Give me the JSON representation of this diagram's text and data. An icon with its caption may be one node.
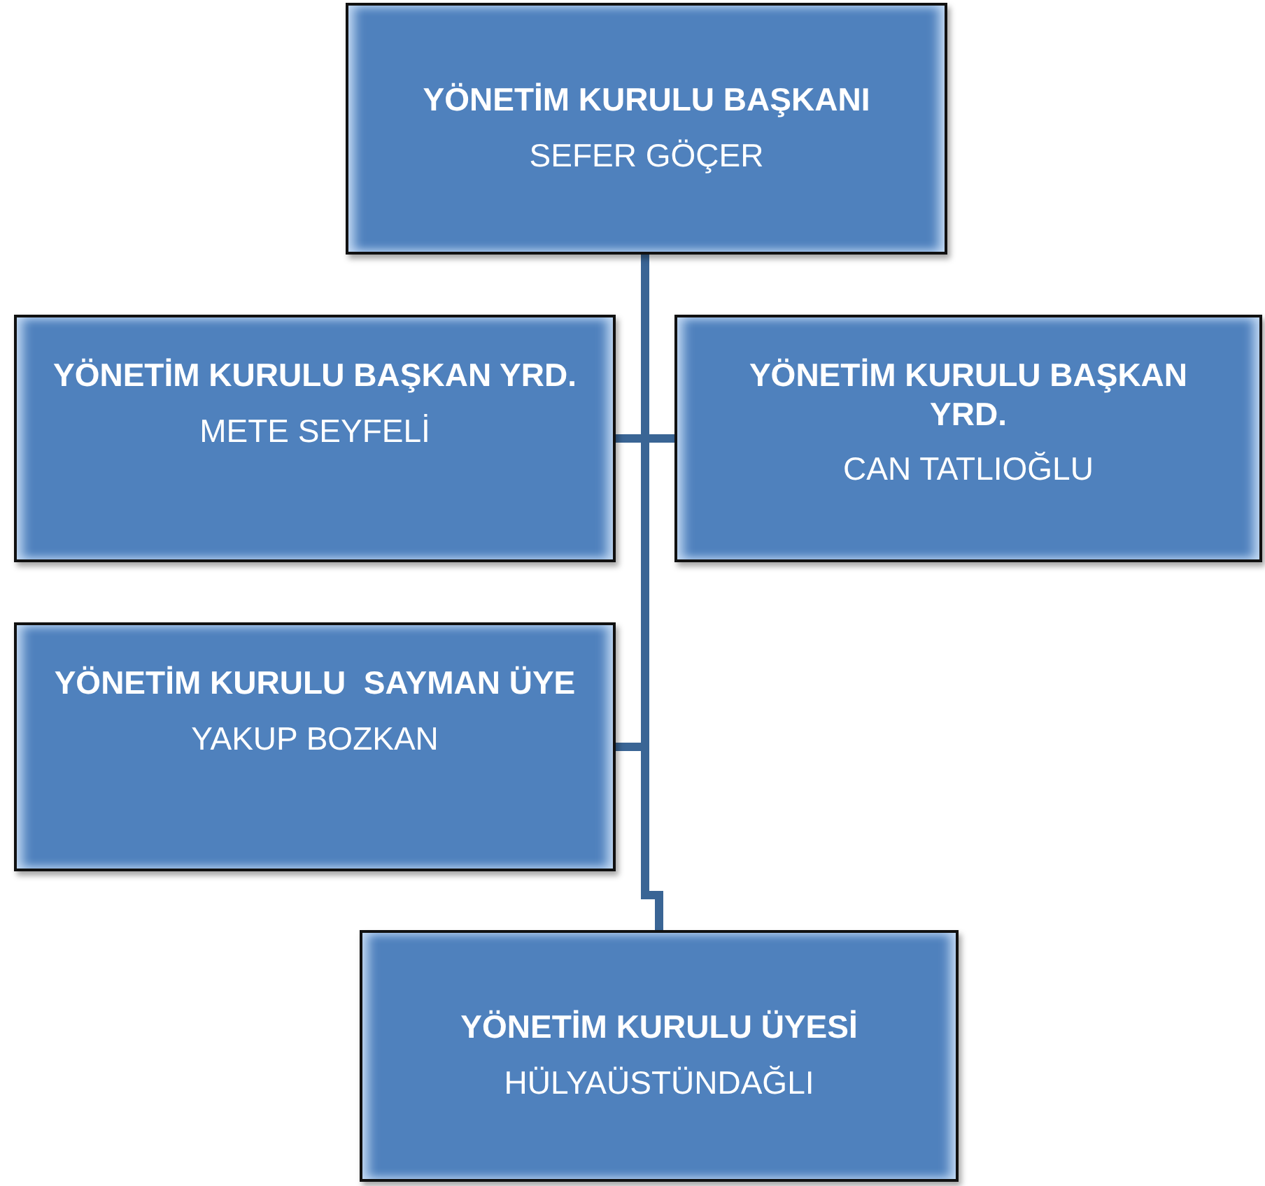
{
  "diagram": {
    "nodes": [
      {
        "text": [
          "YÖNETİM KURULU BAŞKANI",
          "SEFER GÖÇER"
        ]
      },
      {
        "text": [
          "YÖNETİM KURULU BAŞKAN YRD.",
          "METE SEYFELİ"
        ]
      },
      {
        "text": [
          "YÖNETİM KURULU BAŞKAN YRD.",
          "CAN TATLIOĞLU"
        ]
      },
      {
        "text": [
          "YÖNETİM KURULU  SAYMAN ÜYE",
          "YAKUP BOZKAN"
        ]
      },
      {
        "text": [
          "YÖNETİM KURULU ÜYESİ",
          "HÜLYAÜSTÜNDAĞLI"
        ]
      }
    ],
    "edges": [
      {
        "from": 0,
        "to": 1,
        "arrow": "none"
      },
      {
        "from": 0,
        "to": 2,
        "arrow": "none"
      },
      {
        "from": 0,
        "to": 3,
        "arrow": "none"
      },
      {
        "from": 0,
        "to": 4,
        "arrow": "none"
      }
    ]
  }
}
